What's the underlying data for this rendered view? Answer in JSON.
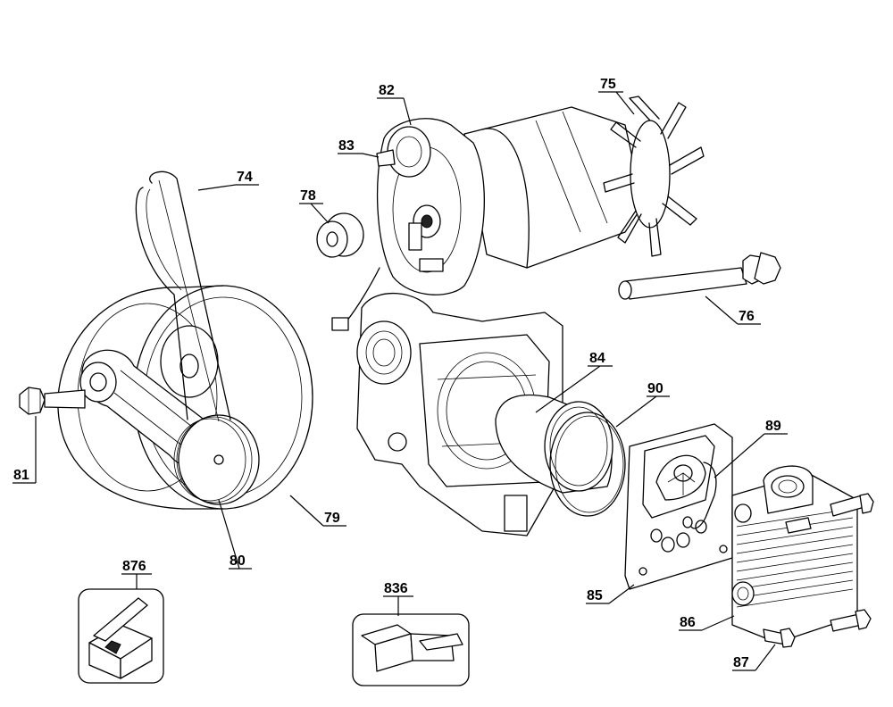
{
  "callouts": {
    "c74": "74",
    "c75": "75",
    "c76": "76",
    "c78": "78",
    "c79": "79",
    "c80": "80",
    "c81": "81",
    "c82": "82",
    "c83": "83",
    "c84": "84",
    "c85": "85",
    "c86": "86",
    "c87": "87",
    "c89": "89",
    "c90": "90",
    "c836": "836",
    "c876": "876"
  }
}
